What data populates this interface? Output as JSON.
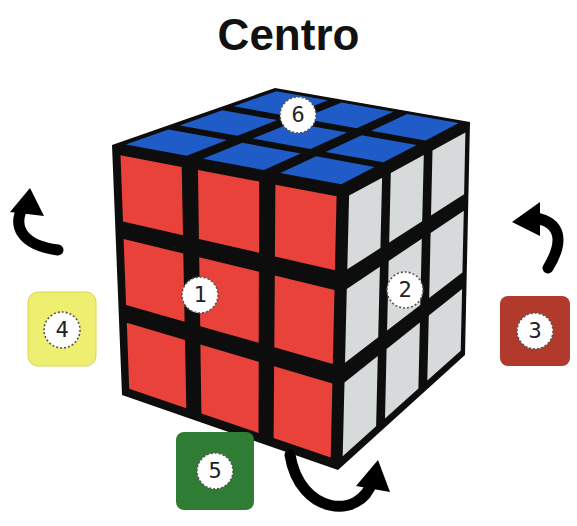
{
  "diagram": {
    "title": "Centro",
    "labels": [
      "6",
      "1",
      "2",
      "4",
      "3",
      "5"
    ]
  }
}
